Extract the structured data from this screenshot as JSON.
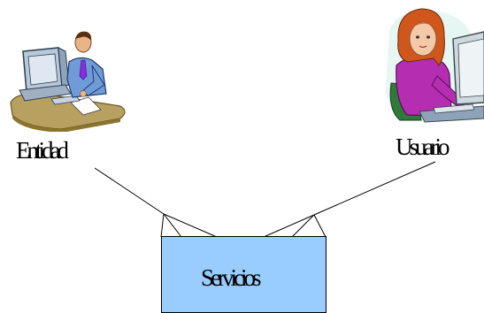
{
  "nodes": {
    "entidad": {
      "label": "Entidad",
      "icon": "office-worker-at-computer-clipart"
    },
    "usuario": {
      "label": "Usuario",
      "icon": "woman-at-computer-clipart"
    },
    "servicios": {
      "label": "Servicios",
      "fill": "#99ccff"
    }
  },
  "edges": [
    {
      "from": "entidad",
      "to": "servicios"
    },
    {
      "from": "usuario",
      "to": "servicios"
    }
  ]
}
